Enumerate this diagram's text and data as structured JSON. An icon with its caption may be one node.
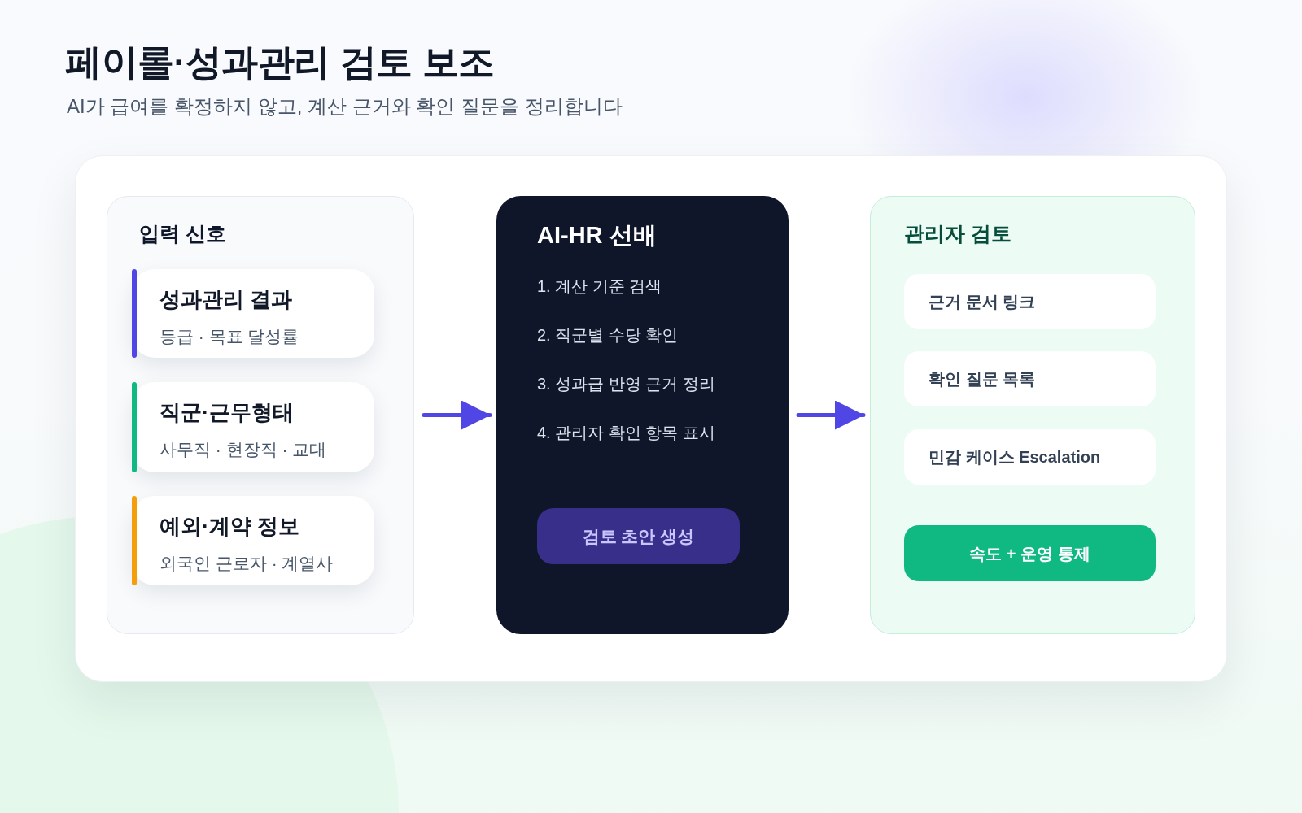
{
  "diagram": {
    "title": "페이롤·성과관리 검토 보조",
    "nodes": [
      {
        "text": [
          "입력 신호"
        ]
      },
      {
        "text": [
          "성과관리 결과",
          "등급 · 목표 달성률"
        ],
        "in": 0
      },
      {
        "text": [
          "직군·근무형태",
          "사무직 · 현장직 · 교대"
        ],
        "in": 0
      },
      {
        "text": [
          "예외·계약 정보",
          "외국인 근로자 · 계열사"
        ],
        "in": 0
      },
      {
        "text": [
          "AI-HR 선배",
          "1. 계산 기준 검색",
          "2. 직군별 수당 확인",
          "3. 성과급 반영 근거 정리",
          "4. 관리자 확인 항목 표시"
        ]
      },
      {
        "text": [
          "검토 초안 생성"
        ],
        "in": 4
      },
      {
        "text": [
          "관리자 검토"
        ]
      },
      {
        "text": [
          "근거 문서 링크"
        ],
        "in": 6
      },
      {
        "text": [
          "확인 질문 목록"
        ],
        "in": 6
      },
      {
        "text": [
          "민감 케이스 Escalation"
        ],
        "in": 6
      },
      {
        "text": [
          "속도 + 운영 통제"
        ],
        "in": 6
      }
    ],
    "edges": [
      {
        "from": 0,
        "to": 4,
        "arrow": "to"
      },
      {
        "from": 4,
        "to": 6,
        "arrow": "to"
      }
    ],
    "labels": [
      "AI가 급여를 확정하지 않고, 계산 근거와 확인 질문을 정리합니다"
    ]
  }
}
